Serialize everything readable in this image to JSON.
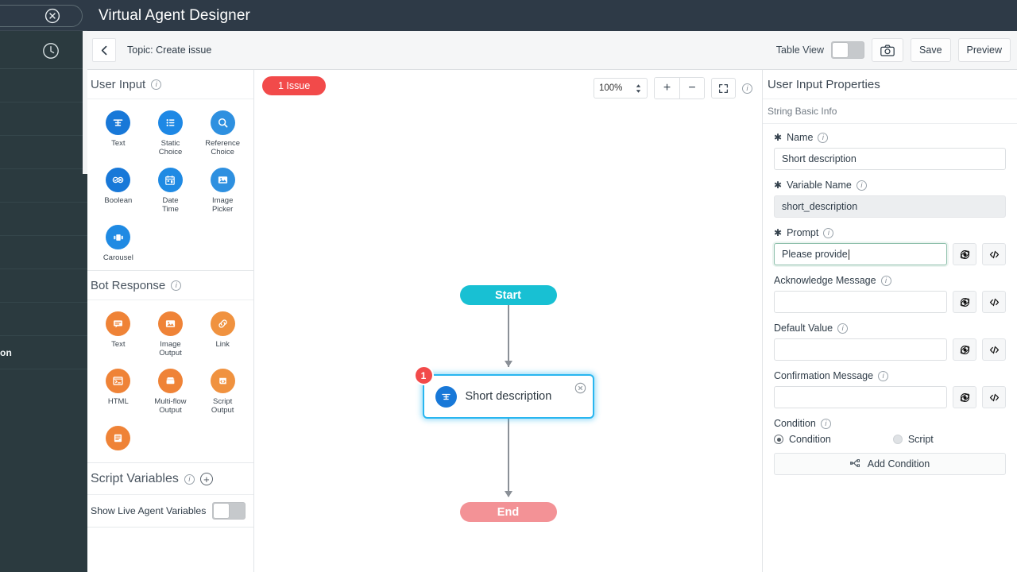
{
  "shell": {
    "close_icon": "close-circle-icon",
    "clock_icon": "clock-icon",
    "partial_item_label": "on"
  },
  "header": {
    "title": "Virtual Agent Designer"
  },
  "toolbar": {
    "back_icon": "chevron-left-icon",
    "breadcrumb": "Topic: Create issue",
    "table_view_label": "Table View",
    "table_view_state": "off",
    "camera_icon": "camera-icon",
    "save_label": "Save",
    "preview_label": "Preview"
  },
  "palette": {
    "user_input": {
      "title": "User Input",
      "info_icon": "info-icon",
      "items": [
        {
          "label": "Text",
          "icon": "text-input-icon",
          "color": "#1878d8"
        },
        {
          "label": "Static\nChoice",
          "icon": "list-icon",
          "color": "#1e88e5"
        },
        {
          "label": "Reference\nChoice",
          "icon": "search-icon",
          "color": "#2e90e0"
        },
        {
          "label": "Boolean",
          "icon": "boolean-icon",
          "color": "#1878d8"
        },
        {
          "label": "Date\nTime",
          "icon": "calendar-icon",
          "color": "#1f8ae3"
        },
        {
          "label": "Image\nPicker",
          "icon": "image-picker-icon",
          "color": "#2e90e0"
        },
        {
          "label": "Carousel",
          "icon": "carousel-icon",
          "color": "#1f8ae3"
        }
      ]
    },
    "bot_response": {
      "title": "Bot Response",
      "info_icon": "info-icon",
      "items": [
        {
          "label": "Text",
          "icon": "chat-bubble-icon",
          "color": "#ef8337"
        },
        {
          "label": "Image\nOutput",
          "icon": "image-output-icon",
          "color": "#ef8337"
        },
        {
          "label": "Link",
          "icon": "link-icon",
          "color": "#f0923f"
        },
        {
          "label": "HTML",
          "icon": "html-icon",
          "color": "#ef8337"
        },
        {
          "label": "Multi-flow\nOutput",
          "icon": "multiflow-icon",
          "color": "#ef8337"
        },
        {
          "label": "Script\nOutput",
          "icon": "script-output-icon",
          "color": "#f0923f"
        },
        {
          "label": "",
          "icon": "card-output-icon",
          "color": "#ef8337"
        }
      ]
    },
    "script_variables": {
      "title": "Script Variables",
      "info_icon": "info-icon",
      "add_icon": "plus-circle-icon",
      "show_live_label": "Show Live Agent Variables",
      "show_live_state": "off"
    }
  },
  "canvas": {
    "issue_badge": "1 Issue",
    "zoom_value": "100%",
    "zoom_in": "+",
    "zoom_out": "−",
    "fit_icon": "fit-screen-icon",
    "info_icon": "info-icon",
    "nodes": {
      "start": "Start",
      "end": "End",
      "step_label": "Short description",
      "step_icon": "text-input-icon",
      "step_badge": "1",
      "step_close_icon": "close-circle-icon"
    }
  },
  "properties": {
    "title": "User Input Properties",
    "section": "String Basic Info",
    "fields": [
      {
        "label": "Name",
        "required": true,
        "value": "Short description",
        "readonly": false,
        "has_buttons": false,
        "focused": false
      },
      {
        "label": "Variable Name",
        "required": true,
        "value": "short_description",
        "readonly": true,
        "has_buttons": false,
        "focused": false
      },
      {
        "label": "Prompt",
        "required": true,
        "value": "Please provide",
        "readonly": false,
        "has_buttons": true,
        "focused": true
      },
      {
        "label": "Acknowledge Message",
        "required": false,
        "value": "",
        "readonly": false,
        "has_buttons": true,
        "focused": false
      },
      {
        "label": "Default Value",
        "required": false,
        "value": "",
        "readonly": false,
        "has_buttons": true,
        "focused": false
      },
      {
        "label": "Confirmation Message",
        "required": false,
        "value": "",
        "readonly": false,
        "has_buttons": true,
        "focused": false
      }
    ],
    "condition": {
      "label": "Condition",
      "options": [
        {
          "label": "Condition",
          "selected": true
        },
        {
          "label": "Script",
          "selected": false
        }
      ],
      "add_label": "Add Condition",
      "add_icon": "branch-icon"
    },
    "atom_icon": "atom-icon",
    "code_icon": "code-icon",
    "info_icon": "info-icon"
  },
  "colors": {
    "header_bg": "#2e3a47",
    "shell_bg": "#2b3a3f",
    "accent_blue": "#1878d8",
    "accent_orange": "#ef8337",
    "start_node": "#18c0d3",
    "end_node": "#f39296",
    "issue_red": "#f24a4a",
    "selection_blue": "#29b6f0",
    "focus_green": "#8fc0ac"
  }
}
